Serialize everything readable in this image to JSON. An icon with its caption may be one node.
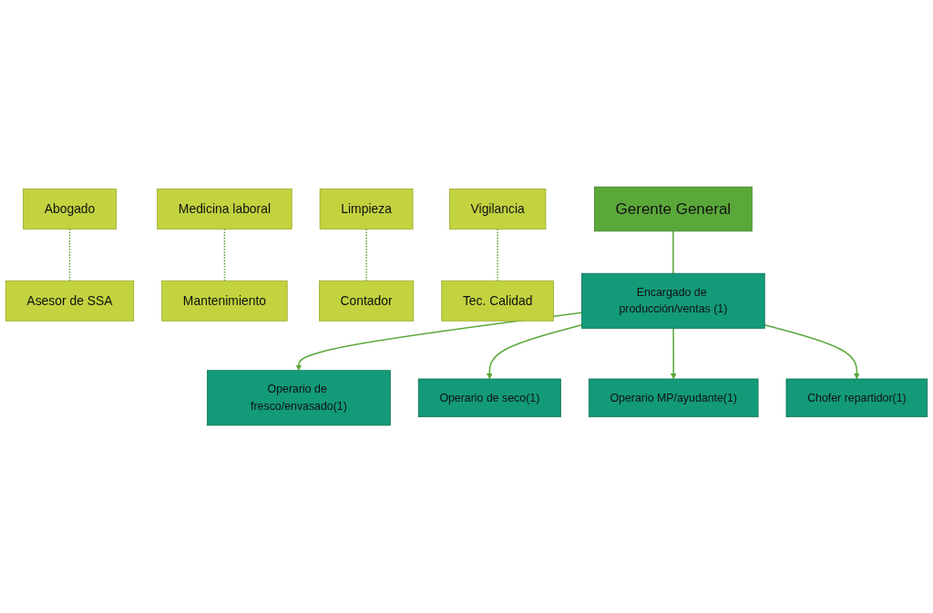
{
  "diagram": {
    "nodes": [
      {
        "text": [
          "Gerente General"
        ]
      },
      {
        "text": [
          "Abogado"
        ]
      },
      {
        "text": [
          "Asesor de SSA"
        ]
      },
      {
        "text": [
          "Medicina laboral"
        ]
      },
      {
        "text": [
          "Mantenimiento"
        ]
      },
      {
        "text": [
          "Limpieza"
        ]
      },
      {
        "text": [
          "Contador"
        ]
      },
      {
        "text": [
          "Vigilancia"
        ]
      },
      {
        "text": [
          "Tec. Calidad"
        ]
      },
      {
        "text": [
          "Encargado de producción/ventas (1)"
        ]
      },
      {
        "text": [
          "Operario de fresco/envasado(1)"
        ]
      },
      {
        "text": [
          "Operario de seco(1)"
        ]
      },
      {
        "text": [
          "Operario MP/ayudante(1)"
        ]
      },
      {
        "text": [
          "Chofer repartidor(1)"
        ]
      }
    ],
    "edges": [
      {
        "from": 0,
        "to": 9,
        "arrow": "none"
      },
      {
        "from": 1,
        "to": 2,
        "arrow": "none",
        "style": "dashed"
      },
      {
        "from": 3,
        "to": 4,
        "arrow": "none",
        "style": "dashed"
      },
      {
        "from": 5,
        "to": 6,
        "arrow": "none",
        "style": "dashed"
      },
      {
        "from": 7,
        "to": 8,
        "arrow": "none",
        "style": "dashed"
      },
      {
        "from": 9,
        "to": 10,
        "arrow": "to"
      },
      {
        "from": 9,
        "to": 11,
        "arrow": "to"
      },
      {
        "from": 9,
        "to": 12,
        "arrow": "to"
      },
      {
        "from": 9,
        "to": 13,
        "arrow": "to"
      }
    ]
  }
}
